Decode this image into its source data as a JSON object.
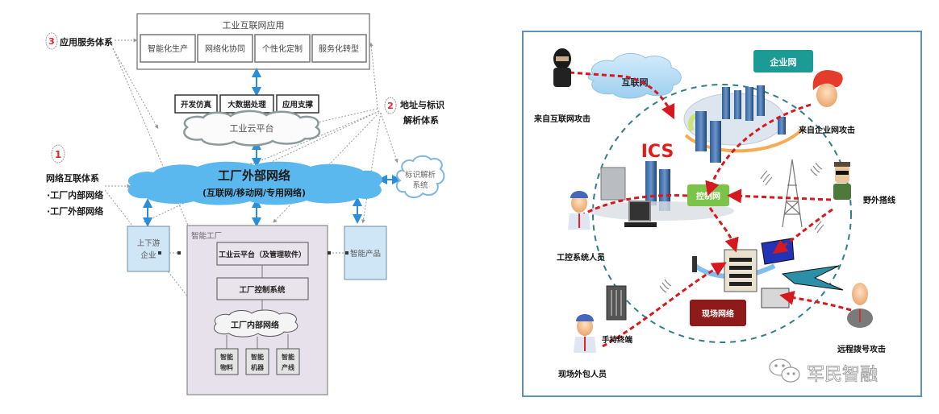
{
  "left_diagram": {
    "app_layer": {
      "title": "工业互联网应用",
      "items": [
        "智能化生产",
        "网络化协同",
        "个性化定制",
        "服务化转型"
      ]
    },
    "platform_modules": [
      "开发仿真",
      "大数据处理",
      "应用支撑"
    ],
    "cloud_platform": "工业云平台",
    "external_network": {
      "title": "工厂外部网络",
      "subtitle": "(互联网/移动网/专用网络)"
    },
    "id_resolution_system": [
      "标识解析",
      "系统"
    ],
    "upstream_downstream": [
      "上下游",
      "企业"
    ],
    "smart_product": "智能产品",
    "smart_factory": {
      "label": "智能工厂",
      "cloud_platform_mgmt": "工业云平台（及管理软件）",
      "control_system": "工厂控制系统",
      "internal_network": "工厂内部网络",
      "devices": [
        [
          "智能",
          "物料"
        ],
        [
          "智能",
          "机器"
        ],
        [
          "智能",
          "产线"
        ]
      ]
    },
    "callouts": [
      {
        "number": "3",
        "lines": [
          "应用服务体系"
        ]
      },
      {
        "number": "2",
        "lines": [
          "地址与标识",
          "解析体系"
        ]
      },
      {
        "number": "1",
        "lines": [
          "网络互联体系",
          "·工厂内部网络",
          "·工厂外部网络"
        ]
      }
    ],
    "colors": {
      "network_cloud": "#5bb8ee",
      "light_box": "#cfe6f6",
      "factory_bg": "#e6e1ea",
      "arrow_blue": "#2a8fd6",
      "callout_red": "#e8262b"
    }
  },
  "right_diagram": {
    "internet_cloud": "互联网",
    "enterprise_network": "企业网",
    "ics_label": "ICS",
    "control_network": "控制网",
    "field_network": "现场网络",
    "actors": {
      "internet_attacker": "来自互联网攻击",
      "enterprise_attacker": "来自企业网攻击",
      "field_wiretap": "野外搭线",
      "ics_staff": "工控系统人员",
      "handheld_terminal": "手持终端",
      "onsite_contractor": "现场外包人员",
      "remote_dialup_attack": "远程拨号攻击"
    },
    "colors": {
      "border": "#5b8fc7",
      "attack_path": "#d6191e",
      "enterprise_badge": "#1c9a96",
      "control_badge": "#7cc34a",
      "field_badge": "#8e1a1a"
    }
  },
  "watermark": {
    "icon": "wechat-icon",
    "text": "军民智融"
  }
}
